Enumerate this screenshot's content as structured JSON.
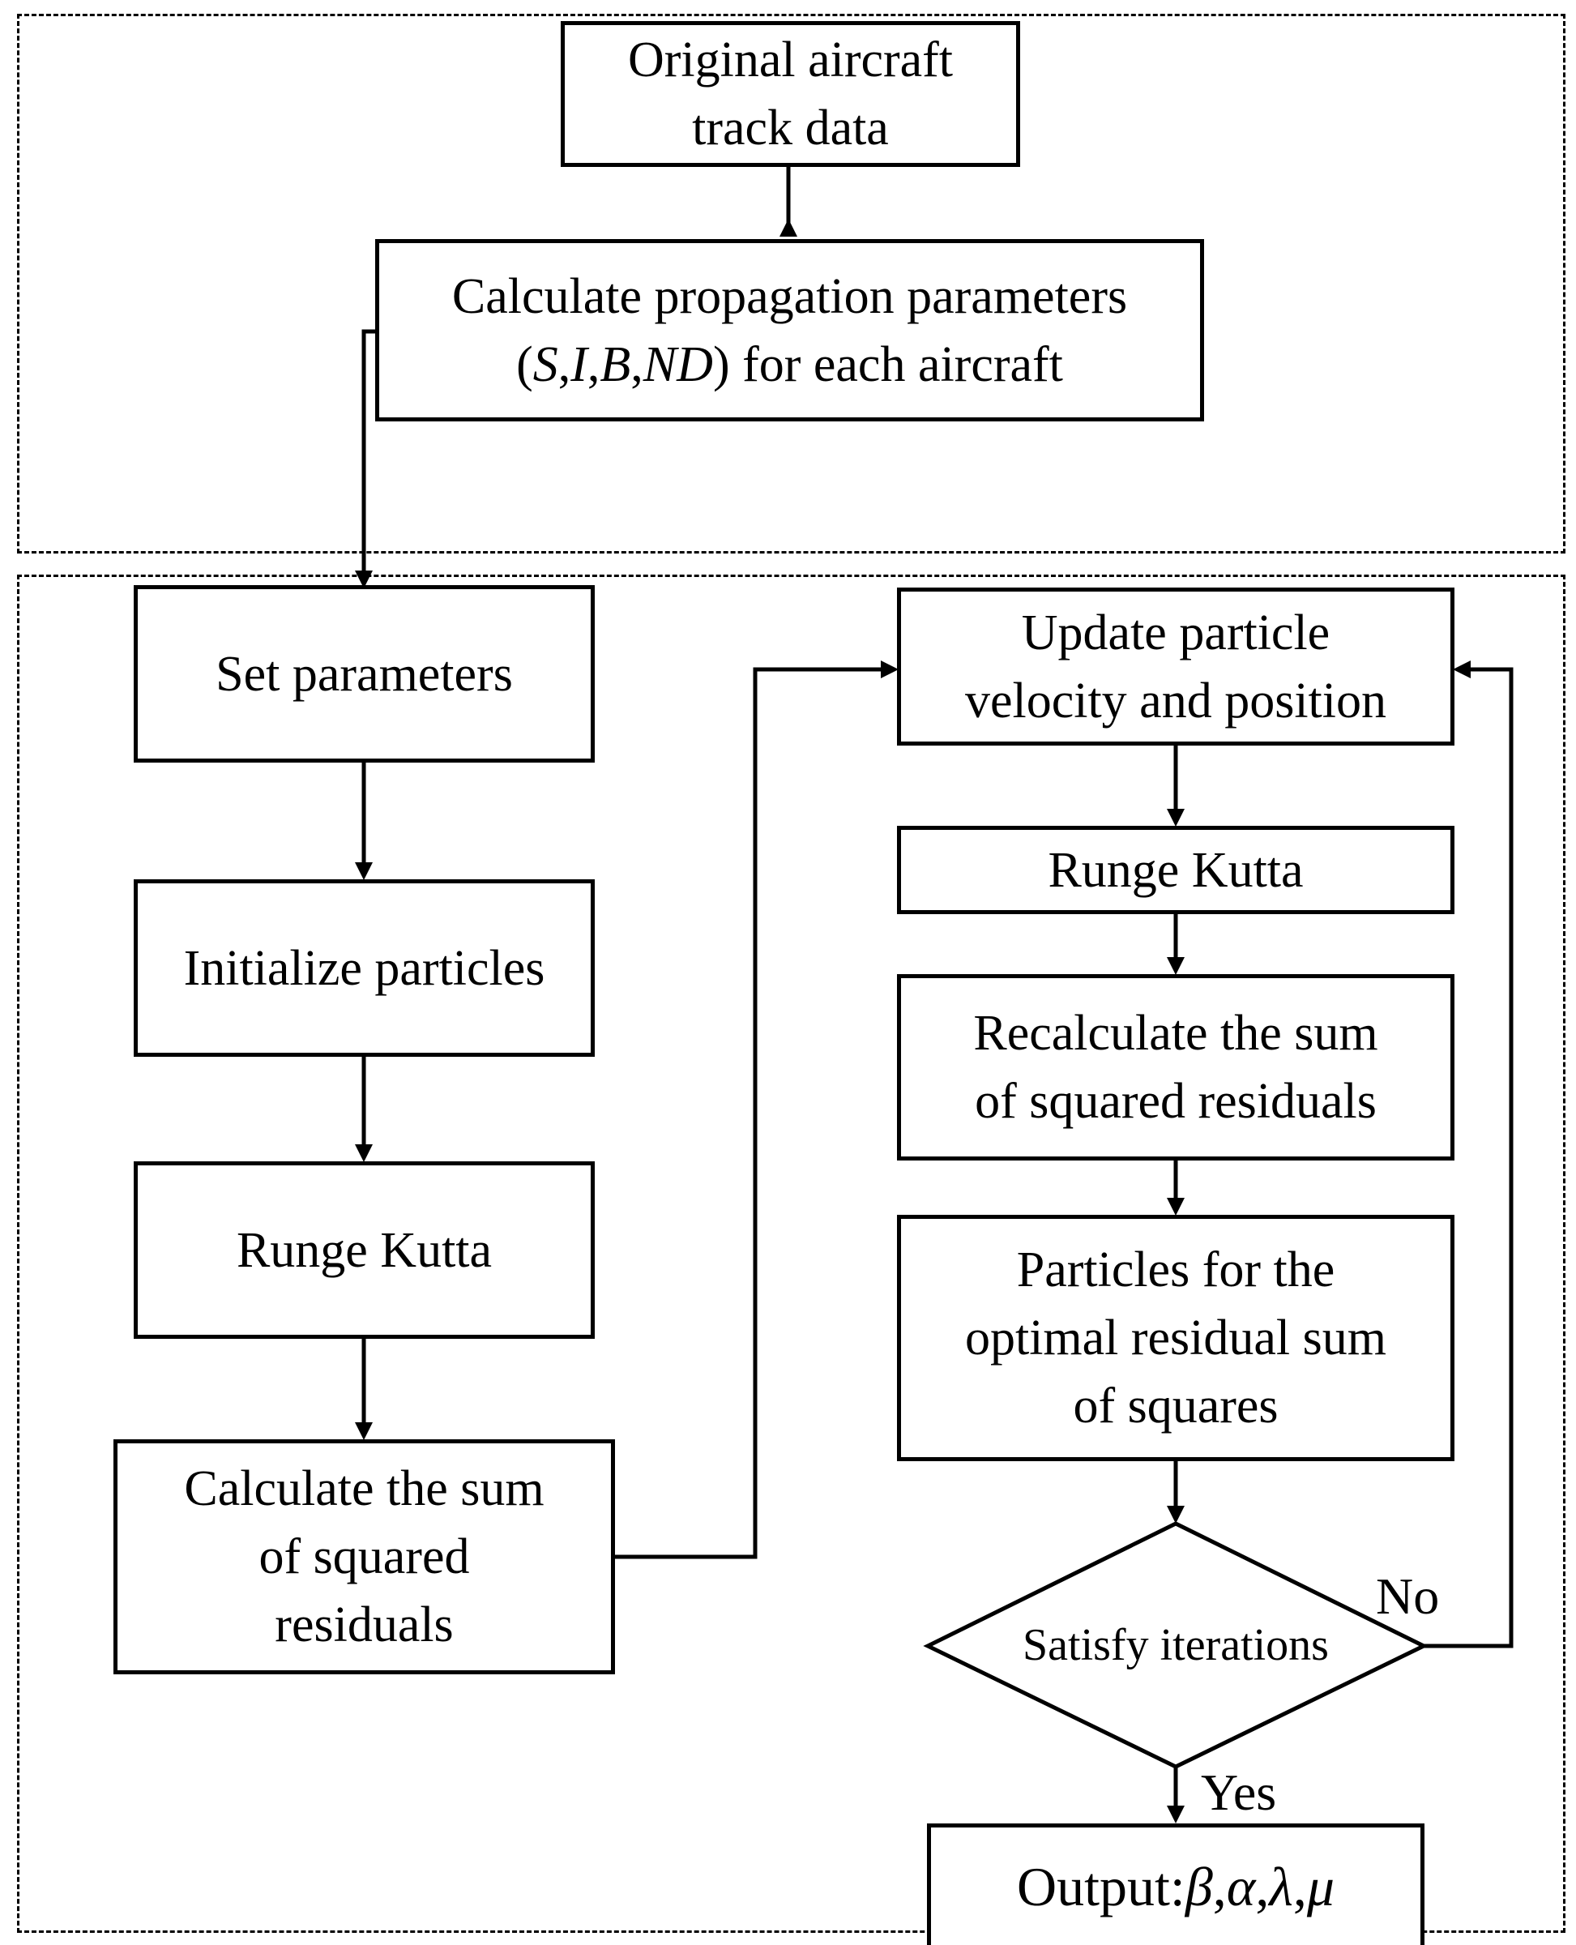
{
  "top_section": {
    "original_data": [
      "Original aircraft",
      "track data"
    ],
    "calc_params": {
      "line1": "Calculate propagation parameters",
      "open": "(",
      "S": "S",
      "c1": ",",
      "I": "I",
      "c2": ",",
      "B": "B",
      "c3": ",",
      "ND": "ND",
      "close": ")",
      "rest": " for each aircraft"
    }
  },
  "left_column": {
    "set_parameters": "Set parameters",
    "initialize_particles": "Initialize particles",
    "runge_kutta": "Runge Kutta",
    "calc_sum": [
      "Calculate the sum",
      "of squared",
      "residuals"
    ]
  },
  "right_column": {
    "update_particle": [
      "Update particle",
      "velocity and position"
    ],
    "runge_kutta": "Runge Kutta",
    "recalc_sum": [
      "Recalculate the sum",
      "of squared residuals"
    ],
    "particles_optimal": [
      "Particles for the",
      "optimal residual sum",
      "of squares"
    ],
    "decision": [
      "Satisfy",
      "iterations"
    ],
    "no_label": "No",
    "yes_label": "Yes",
    "output": {
      "prefix": "Output:",
      "beta": "β",
      "c1": ",",
      "alpha": "α",
      "c2": ",",
      "lambda": "λ",
      "c3": ",",
      "mu": "μ"
    }
  }
}
